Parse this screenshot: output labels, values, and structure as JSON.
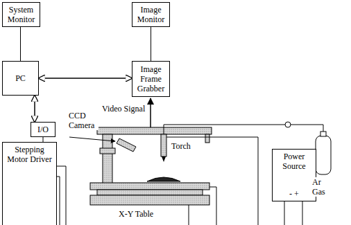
{
  "diagram": {
    "nodes": [
      {
        "text": [
          "System Monitor"
        ]
      },
      {
        "text": [
          "PC"
        ]
      },
      {
        "text": [
          "I/O"
        ]
      },
      {
        "text": [
          "Stepping Motor Driver"
        ]
      },
      {
        "text": [
          "Image Monitor"
        ]
      },
      {
        "text": [
          "Image Frame Grabber"
        ]
      },
      {
        "text": [
          "Power Source",
          "- +"
        ]
      }
    ],
    "edges": [
      {
        "from": 0,
        "to": 1,
        "arrow": "none"
      },
      {
        "from": 1,
        "to": 2,
        "arrow": "both"
      },
      {
        "from": 2,
        "to": 3,
        "arrow": "none"
      },
      {
        "from": 4,
        "to": 5,
        "arrow": "none"
      },
      {
        "from": 1,
        "to": 5,
        "arrow": "both"
      }
    ],
    "labels": [
      "CCD Camera",
      "Video Signal",
      "Torch",
      "X-Y Table",
      "Ar Gas"
    ]
  }
}
